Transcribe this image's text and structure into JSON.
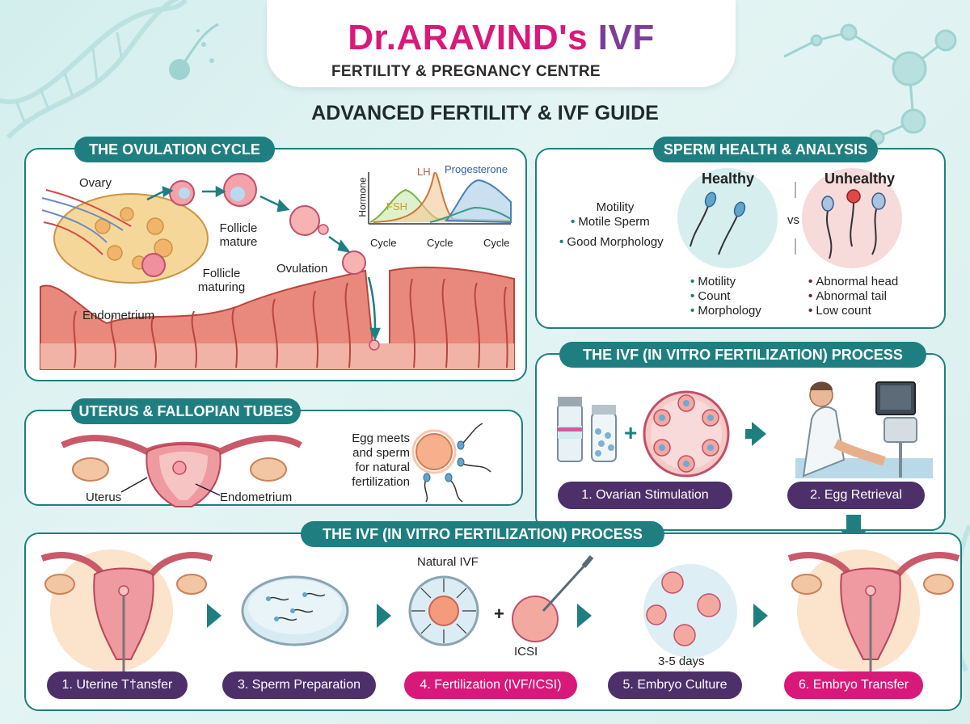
{
  "header": {
    "brand_part1": "Dr.ARAVIND's",
    "brand_part2": "IVF",
    "subtitle": "FERTILITY & PREGNANCY CENTRE",
    "page_title": "ADVANCED FERTILITY & IVF GUIDE"
  },
  "ovulation": {
    "title": "THE OVULATION CYCLE",
    "ovary": "Ovary",
    "follicle_mature_1": "Follicle",
    "follicle_mature_2": "mature",
    "follicle_maturing_1": "Follicle",
    "follicle_maturing_2": "maturing",
    "ovulation": "Ovulation",
    "endometrium": "Endometrium",
    "chart": {
      "ylabel": "Hormone",
      "fsh": "FSH",
      "lh": "LH",
      "progesterone": "Progesterone",
      "ticks": [
        "Cycle",
        "Cycle",
        "Cycle"
      ]
    }
  },
  "sperm": {
    "title": "SPERM HEALTH & ANALYSIS",
    "left_heading": "Motility",
    "left_bullets": [
      "Motile Sperm",
      "Good Morphology"
    ],
    "healthy": "Healthy",
    "unhealthy": "Unhealthy",
    "vs": "vs",
    "healthy_bullets": [
      "Motility",
      "Count",
      "Morphology"
    ],
    "unhealthy_bullets": [
      "Abnormal head",
      "Abnormal tail",
      "Low count"
    ]
  },
  "uterus": {
    "title": "UTERUS & FALLOPIAN TUBES",
    "uterus": "Uterus",
    "endometrium": "Endometrium",
    "egg_note": [
      "Egg meets",
      "and sperm",
      "for natural",
      "fertilization"
    ]
  },
  "ivf_top": {
    "title": "THE IVF (IN VITRO FERTILIZATION) PROCESS",
    "plus": "+",
    "step1": "1. Ovarian Stimulation",
    "step2": "2. Egg Retrieval"
  },
  "ivf_bottom": {
    "title": "THE IVF (IN VITRO FERTILIZATION) PROCESS",
    "natural_ivf": "Natural IVF",
    "icsi": "ICSI",
    "plus": "+",
    "days": "3-5 days",
    "steps": [
      "1. Uterine T†ansfer",
      "3. Sperm Preparation",
      "4. Fertilization (IVF/ICSI)",
      "5. Embryo Culture",
      "6. Embryo Transfer"
    ]
  },
  "colors": {
    "teal": "#1f7f80",
    "pink": "#d8197a",
    "purple": "#4d2f69",
    "brand_purple": "#7c3f98"
  }
}
